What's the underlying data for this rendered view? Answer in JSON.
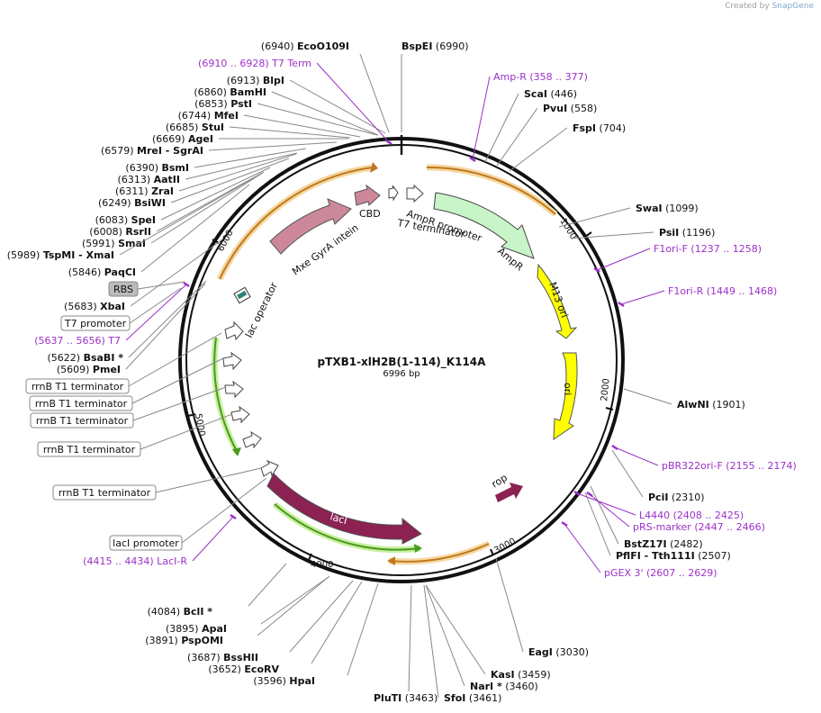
{
  "credit": {
    "prefix": "Created by",
    "brand": "SnapGene"
  },
  "plasmid": {
    "name": "pTXB1-xlH2B(1-114)_K114A",
    "length_label": "6996 bp",
    "length": 6996
  },
  "tick_labels": [
    "1000",
    "2000",
    "3000",
    "4000",
    "5000",
    "6000"
  ],
  "enzymes": [
    {
      "name": "EcoO109I",
      "pos": "(6940)",
      "side": "left"
    },
    {
      "name": "BspEI",
      "pos": "(6990)",
      "side": "right"
    },
    {
      "name": "BlpI",
      "pos": "(6913)",
      "side": "left"
    },
    {
      "name": "BamHI",
      "pos": "(6860)",
      "side": "left"
    },
    {
      "name": "PstI",
      "pos": "(6853)",
      "side": "left"
    },
    {
      "name": "MfeI",
      "pos": "(6744)",
      "side": "left"
    },
    {
      "name": "StuI",
      "pos": "(6685)",
      "side": "left"
    },
    {
      "name": "AgeI",
      "pos": "(6669)",
      "side": "left"
    },
    {
      "name": "MreI  - SgrAI",
      "pos": "(6579)",
      "side": "left"
    },
    {
      "name": "BsmI",
      "pos": "(6390)",
      "side": "left"
    },
    {
      "name": "AatII",
      "pos": "(6313)",
      "side": "left"
    },
    {
      "name": "ZraI",
      "pos": "(6311)",
      "side": "left"
    },
    {
      "name": "BsiWI",
      "pos": "(6249)",
      "side": "left"
    },
    {
      "name": "SpeI",
      "pos": "(6083)",
      "side": "left"
    },
    {
      "name": "RsrII",
      "pos": "(6008)",
      "side": "left"
    },
    {
      "name": "SmaI",
      "pos": "(5991)",
      "side": "left"
    },
    {
      "name": "TspMI   - XmaI",
      "pos": "(5989)",
      "side": "left"
    },
    {
      "name": "PaqCI",
      "pos": "(5846)",
      "side": "left"
    },
    {
      "name": "XbaI",
      "pos": "(5683)",
      "side": "left"
    },
    {
      "name": "BsaBI *",
      "pos": "(5622)",
      "side": "left"
    },
    {
      "name": "PmeI",
      "pos": "(5609)",
      "side": "left"
    },
    {
      "name": "ScaI",
      "pos": "(446)",
      "side": "right"
    },
    {
      "name": "PvuI",
      "pos": "(558)",
      "side": "right"
    },
    {
      "name": "FspI",
      "pos": "(704)",
      "side": "right"
    },
    {
      "name": "SwaI",
      "pos": "(1099)",
      "side": "right"
    },
    {
      "name": "PsiI",
      "pos": "(1196)",
      "side": "right"
    },
    {
      "name": "AlwNI",
      "pos": "(1901)",
      "side": "right"
    },
    {
      "name": "PciI",
      "pos": "(2310)",
      "side": "right"
    },
    {
      "name": "BstZ17I",
      "pos": "(2482)",
      "side": "right"
    },
    {
      "name": "PflFI  - Tth111I",
      "pos": "(2507)",
      "side": "right"
    },
    {
      "name": "EagI",
      "pos": "(3030)",
      "side": "right"
    },
    {
      "name": "KasI",
      "pos": "(3459)",
      "side": "right"
    },
    {
      "name": "NarI *",
      "pos": "(3460)",
      "side": "right"
    },
    {
      "name": "SfoI",
      "pos": "(3461)",
      "side": "right"
    },
    {
      "name": "PluTI",
      "pos": "(3463)",
      "side": "right"
    },
    {
      "name": "HpaI",
      "pos": "(3596)",
      "side": "left"
    },
    {
      "name": "EcoRV",
      "pos": "(3652)",
      "side": "left"
    },
    {
      "name": "BssHII",
      "pos": "(3687)",
      "side": "left"
    },
    {
      "name": "PspOMI",
      "pos": "(3891)",
      "side": "left"
    },
    {
      "name": "ApaI",
      "pos": "(3895)",
      "side": "left"
    },
    {
      "name": "BclI *",
      "pos": "(4084)",
      "side": "left"
    }
  ],
  "primers": [
    {
      "name": "T7 Term",
      "range": "(6910 .. 6928)",
      "side": "left"
    },
    {
      "name": "Amp-R",
      "range": "(358 .. 377)",
      "side": "right"
    },
    {
      "name": "F1ori-F",
      "range": "(1237 .. 1258)",
      "side": "right"
    },
    {
      "name": "F1ori-R",
      "range": "(1449 .. 1468)",
      "side": "right"
    },
    {
      "name": "pBR322ori-F",
      "range": "(2155 .. 2174)",
      "side": "right"
    },
    {
      "name": "L4440",
      "range": "(2408 .. 2425)",
      "side": "right"
    },
    {
      "name": "pRS-marker",
      "range": "(2447 .. 2466)",
      "side": "right"
    },
    {
      "name": "pGEX 3'",
      "range": "(2607 .. 2629)",
      "side": "right"
    },
    {
      "name": "LacI-R",
      "range": "(4415 .. 4434)",
      "side": "left"
    },
    {
      "name": "T7",
      "range": "(5637 .. 5656)",
      "side": "left"
    }
  ],
  "boxed_labels": [
    "RBS",
    "T7 promoter",
    "rrnB T1 terminator",
    "rrnB T1 terminator",
    "rrnB T1 terminator",
    "rrnB T1 terminator",
    "rrnB T1 terminator",
    "lacI promoter"
  ],
  "features": [
    "CBD",
    "Mxe GyrA intein",
    "AmpR promoter",
    "T7 terminator",
    "AmpR",
    "M13 ori",
    "ori",
    "rop",
    "lacI",
    "lac operator"
  ],
  "colors": {
    "primer": "#9b30c8",
    "ampr": "#c8f5c8",
    "ori": "#ffff00",
    "laci": "#8b2252",
    "intein": "#cc8899",
    "orange_arc": "#e8a040",
    "green_arc": "#66cc33"
  }
}
